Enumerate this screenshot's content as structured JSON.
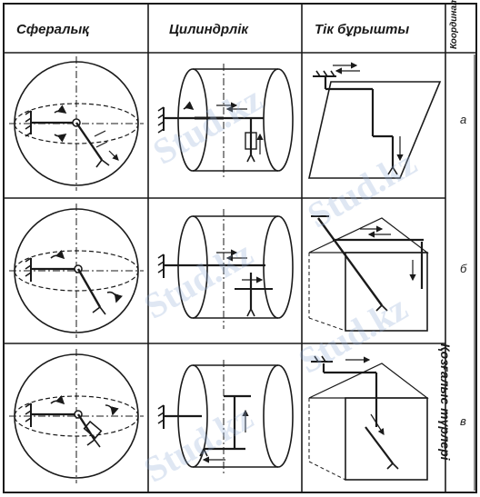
{
  "table": {
    "headers": [
      "Сфералық",
      "Цилиндрлік",
      "Тік бұрышты"
    ],
    "side_header": "Координат жүйесі",
    "side_title": "Қозғалыс түрлері",
    "rows": [
      "а",
      "б",
      "в"
    ]
  },
  "watermark": "Stud.kz",
  "colors": {
    "ink": "#1a1a1a",
    "watermark": "#9fb4d8"
  },
  "icons": [
    "fixed-mount-icon",
    "joint-icon",
    "translation-arrow-icon",
    "rotation-arrow-icon",
    "gripper-icon"
  ]
}
